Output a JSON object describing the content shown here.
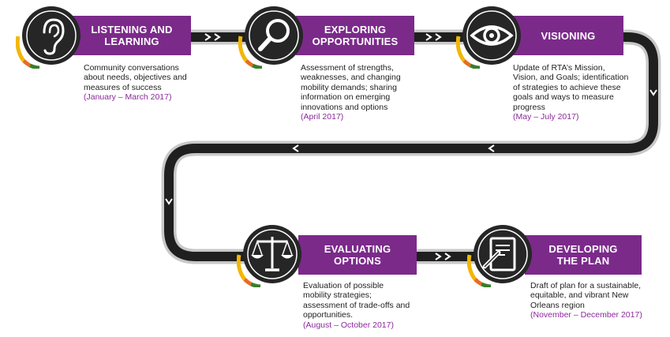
{
  "steps": [
    {
      "id": "listening",
      "title_line1": "LISTENING AND",
      "title_line2": "LEARNING",
      "icon": "ear-icon",
      "description": "Community conversations about needs, objectives and measures of success",
      "dates": "(January – March 2017)"
    },
    {
      "id": "exploring",
      "title_line1": "EXPLORING",
      "title_line2": "OPPORTUNITIES",
      "icon": "magnifying-glass-icon",
      "description": "Assessment of strengths, weaknesses, and changing mobility demands; sharing information on emerging innovations and options",
      "dates": "(April 2017)"
    },
    {
      "id": "visioning",
      "title_line1": "VISIONING",
      "title_line2": "",
      "icon": "eye-icon",
      "description": "Update of RTA’s Mission, Vision, and Goals; identification of strategies to achieve these goals and ways to measure progress",
      "dates": "(May – July 2017)"
    },
    {
      "id": "evaluating",
      "title_line1": "EVALUATING",
      "title_line2": "OPTIONS",
      "icon": "balance-scale-icon",
      "description": "Evaluation of possible mobility strategies; assessment of trade-offs and opportunities.",
      "dates": "(August – October 2017)"
    },
    {
      "id": "developing",
      "title_line1": "DEVELOPING",
      "title_line2": "THE PLAN",
      "icon": "document-pencil-icon",
      "description": "Draft of plan for a sustainable, equitable, and vibrant New Orleans region",
      "dates": "(November – December 2017)"
    }
  ],
  "colors": {
    "banner": "#7b2a8a",
    "dates": "#8a2a9a",
    "road": "#1f1f1f",
    "road_edge": "#c8c8c8",
    "arrows": "#ffffff",
    "medal_dark": "#262626",
    "accent_yellow": "#f2b705",
    "accent_orange": "#e86d1f",
    "accent_green": "#3a7d2c"
  }
}
